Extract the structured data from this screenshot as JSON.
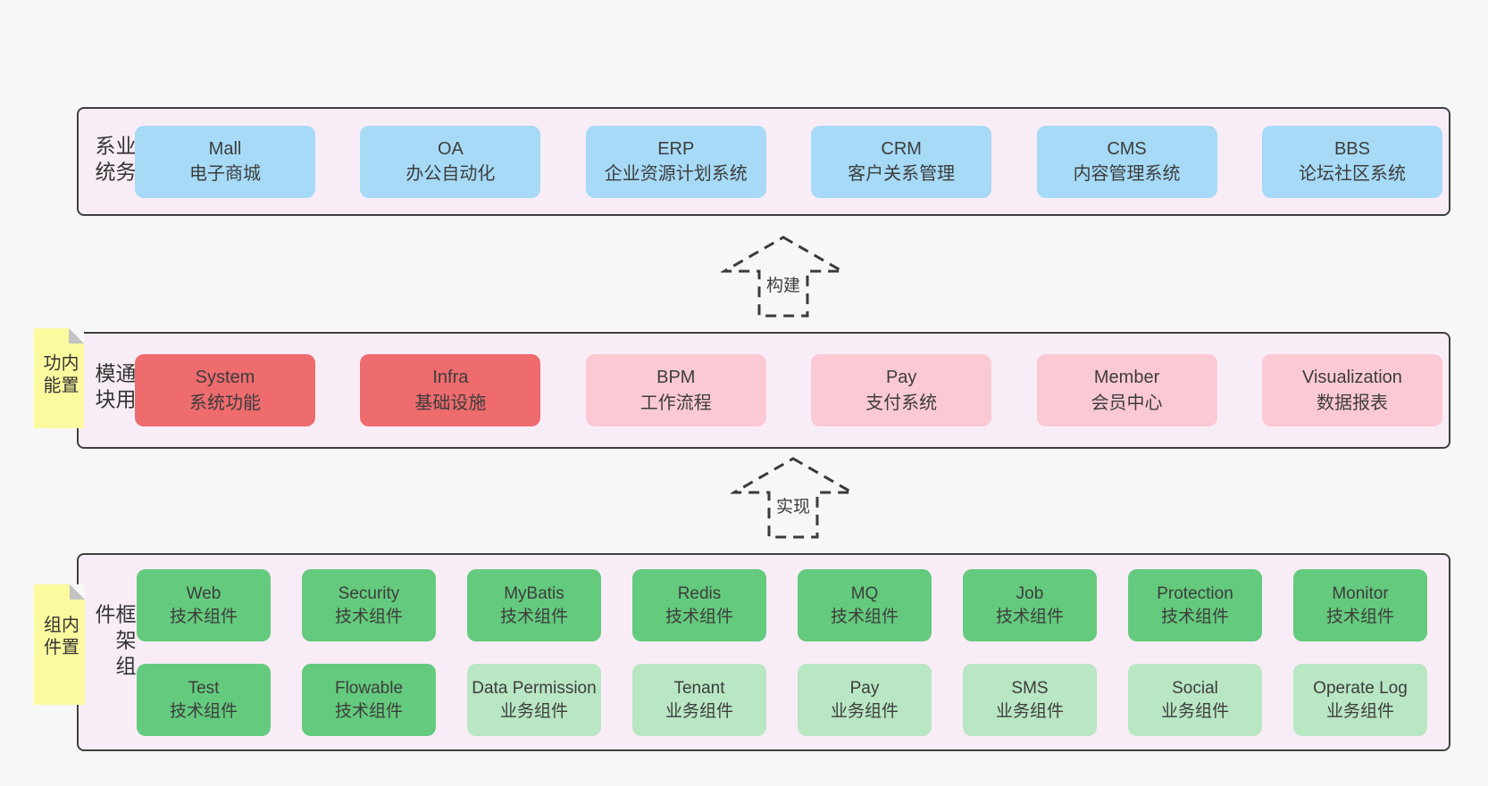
{
  "diagram": {
    "colors": {
      "page_bg": "#f7f7f7",
      "band_bg": "#f8edf6",
      "band_border": "#3f3f3f",
      "box_blue": "#a6daf6",
      "box_red": "#ee6b6e",
      "box_pink": "#fbc9d4",
      "box_green": "#64ca7d",
      "box_light_green": "#b9e6c3",
      "note_yellow": "#fcfa9f",
      "note_fold_gray": "#c3c3c3",
      "text": "#3d3d3d"
    },
    "arrows": [
      {
        "label": "构建"
      },
      {
        "label": "实现"
      }
    ],
    "bands": [
      {
        "title": "业务系统",
        "boxes": [
          {
            "name": "Mall",
            "desc": "电子商城",
            "variant": "v-blue"
          },
          {
            "name": "OA",
            "desc": "办公自动化",
            "variant": "v-blue"
          },
          {
            "name": "ERP",
            "desc": "企业资源计划系统",
            "variant": "v-blue"
          },
          {
            "name": "CRM",
            "desc": "客户关系管理",
            "variant": "v-blue"
          },
          {
            "name": "CMS",
            "desc": "内容管理系统",
            "variant": "v-blue"
          },
          {
            "name": "BBS",
            "desc": "论坛社区系统",
            "variant": "v-blue"
          }
        ]
      },
      {
        "title": "通用模块",
        "note": "内置功能",
        "boxes": [
          {
            "name": "System",
            "desc": "系统功能",
            "variant": "v-red"
          },
          {
            "name": "Infra",
            "desc": "基础设施",
            "variant": "v-red"
          },
          {
            "name": "BPM",
            "desc": "工作流程",
            "variant": "v-pink"
          },
          {
            "name": "Pay",
            "desc": "支付系统",
            "variant": "v-pink"
          },
          {
            "name": "Member",
            "desc": "会员中心",
            "variant": "v-pink"
          },
          {
            "name": "Visualization",
            "desc": "数据报表",
            "variant": "v-pink"
          }
        ]
      },
      {
        "title": "框架组件",
        "note": "内置组件",
        "boxes": [
          {
            "name": "Web",
            "desc": "技术组件",
            "variant": "v-green"
          },
          {
            "name": "Security",
            "desc": "技术组件",
            "variant": "v-green"
          },
          {
            "name": "MyBatis",
            "desc": "技术组件",
            "variant": "v-green"
          },
          {
            "name": "Redis",
            "desc": "技术组件",
            "variant": "v-green"
          },
          {
            "name": "MQ",
            "desc": "技术组件",
            "variant": "v-green"
          },
          {
            "name": "Job",
            "desc": "技术组件",
            "variant": "v-green"
          },
          {
            "name": "Protection",
            "desc": "技术组件",
            "variant": "v-green"
          },
          {
            "name": "Monitor",
            "desc": "技术组件",
            "variant": "v-green"
          },
          {
            "name": "Test",
            "desc": "技术组件",
            "variant": "v-green"
          },
          {
            "name": "Flowable",
            "desc": "技术组件",
            "variant": "v-green"
          },
          {
            "name": "Data Permission",
            "desc": "业务组件",
            "variant": "v-lightgreen"
          },
          {
            "name": "Tenant",
            "desc": "业务组件",
            "variant": "v-lightgreen"
          },
          {
            "name": "Pay",
            "desc": "业务组件",
            "variant": "v-lightgreen"
          },
          {
            "name": "SMS",
            "desc": "业务组件",
            "variant": "v-lightgreen"
          },
          {
            "name": "Social",
            "desc": "业务组件",
            "variant": "v-lightgreen"
          },
          {
            "name": "Operate Log",
            "desc": "业务组件",
            "variant": "v-lightgreen"
          }
        ]
      }
    ]
  }
}
